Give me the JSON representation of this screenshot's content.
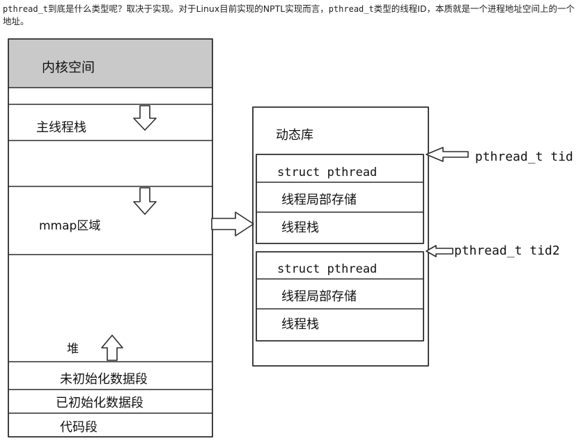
{
  "intro": {
    "code_term": "pthread_t",
    "text_a": "到底是什么类型呢？取决于实现。对于Linux目前实现的NPTL实现而言，",
    "code_term_2": "pthread_t",
    "text_b": "类型的线程ID，本质就是一个进程地址空间上的一个地址。"
  },
  "address_space": {
    "kernel": "内核空间",
    "main_stack": "主线程栈",
    "mmap": "mmap区域",
    "heap": "堆",
    "bss": "未初始化数据段",
    "data": "已初始化数据段",
    "text": "代码段"
  },
  "dynamic_library": {
    "title": "动态库",
    "blocks": [
      {
        "struct": "struct pthread",
        "tls": "线程局部存储",
        "stack": "线程栈",
        "pointer": "pthread_t tid"
      },
      {
        "struct": "struct pthread",
        "tls": "线程局部存储",
        "stack": "线程栈",
        "pointer": "pthread_t tid2"
      }
    ]
  },
  "colors": {
    "kernel_fill": "#c9c9c9",
    "line": "#2b2b2b"
  }
}
